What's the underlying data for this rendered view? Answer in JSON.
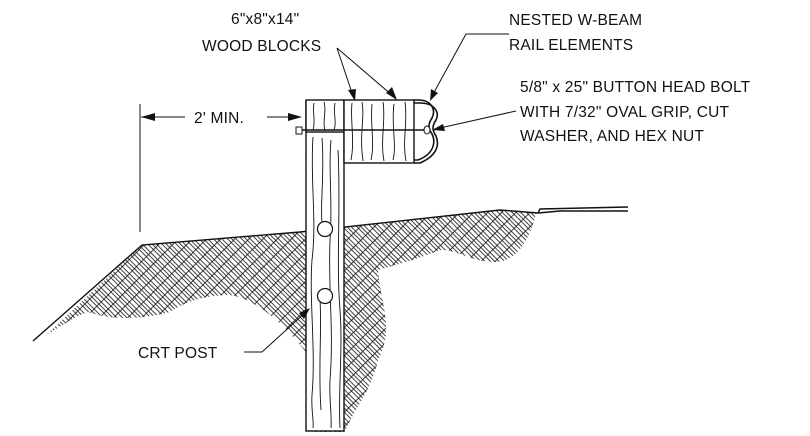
{
  "drawing": {
    "labels": {
      "wood_blocks": [
        "6\"x8\"x14\"",
        "WOOD BLOCKS"
      ],
      "rail": [
        "NESTED W-BEAM",
        "RAIL ELEMENTS"
      ],
      "bolt": [
        "5/8\" x 25\" BUTTON HEAD BOLT",
        "WITH 7/32\" OVAL GRIP, CUT",
        "WASHER, AND HEX NUT"
      ],
      "offset": "2' MIN.",
      "post": "CRT POST"
    },
    "colors": {
      "ink": "#111111",
      "background": "#ffffff"
    }
  }
}
